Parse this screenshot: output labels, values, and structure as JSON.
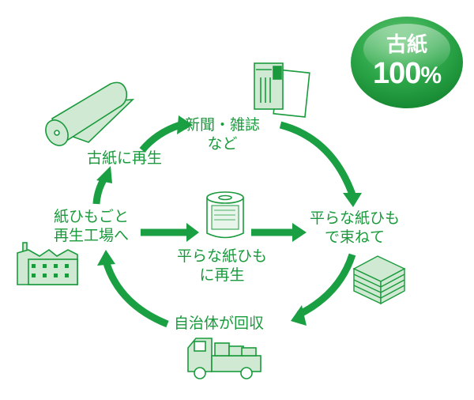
{
  "colors": {
    "accent": "#1a9a3c",
    "arrow": "#1aa043",
    "illustration_fill": "#cfe9d2",
    "illustration_stroke": "#1a9a3c",
    "badge": "#2ea84a"
  },
  "badge": {
    "line1": "古紙",
    "line2": "100",
    "percent": "%"
  },
  "steps": {
    "newspapers": {
      "line1": "新聞・雑誌",
      "line2": "など",
      "icon": "newspaper-magazine-icon"
    },
    "bundle": {
      "line1": "平らな紙ひも",
      "line2": "で束ねて",
      "icon": "paper-bundle-icon"
    },
    "collect": {
      "line1": "自治体が回収",
      "icon": "collection-truck-icon"
    },
    "factory": {
      "line1": "紙ひもごと",
      "line2": "再生工場へ",
      "icon": "factory-icon"
    },
    "recycle": {
      "line1": "古紙に再生",
      "icon": "paper-roll-icon"
    },
    "center": {
      "line1": "平らな紙ひも",
      "line2": "に再生",
      "icon": "paper-string-roll-icon"
    }
  }
}
